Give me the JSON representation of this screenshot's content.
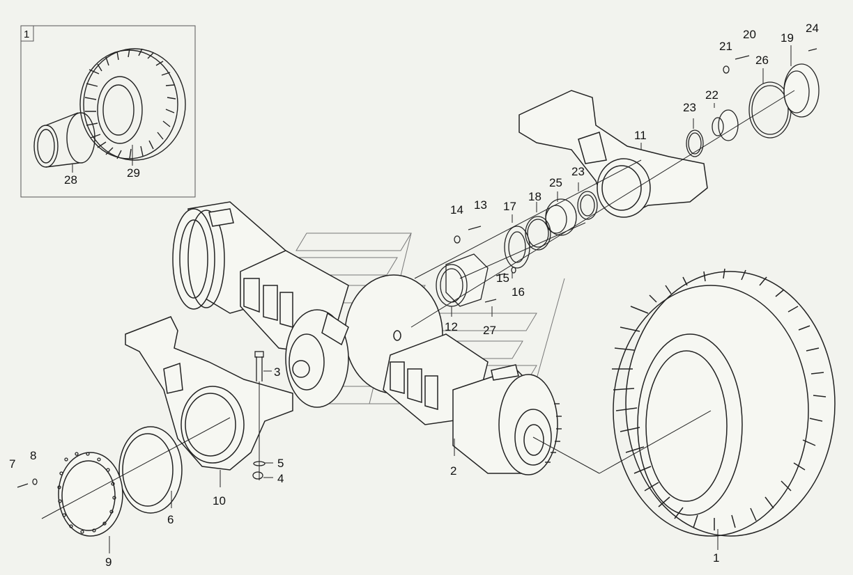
{
  "diagram": {
    "inset_tag": "1",
    "callouts": {
      "c1": "1",
      "c2": "2",
      "c3": "3",
      "c4": "4",
      "c5": "5",
      "c6": "6",
      "c7": "7",
      "c8": "8",
      "c9": "9",
      "c10": "10",
      "c11": "11",
      "c12": "12",
      "c13": "13",
      "c14": "14",
      "c15": "15",
      "c16": "16",
      "c17": "17",
      "c18": "18",
      "c19": "19",
      "c20": "20",
      "c21": "21",
      "c22": "22",
      "c23a": "23",
      "c23b": "23",
      "c24": "24",
      "c25": "25",
      "c26": "26",
      "c27": "27",
      "c28": "28",
      "c29": "29"
    }
  }
}
